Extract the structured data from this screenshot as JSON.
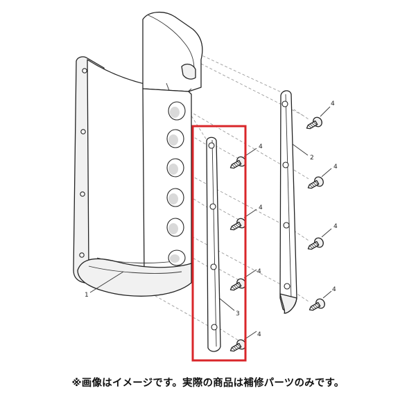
{
  "callouts": {
    "holder": "1",
    "bracket_back": "2",
    "bracket_front": "3",
    "screw": "4"
  },
  "highlight_color": "#d9262a",
  "caption": "※画像はイメージです。実際の商品は補修パーツのみです。"
}
